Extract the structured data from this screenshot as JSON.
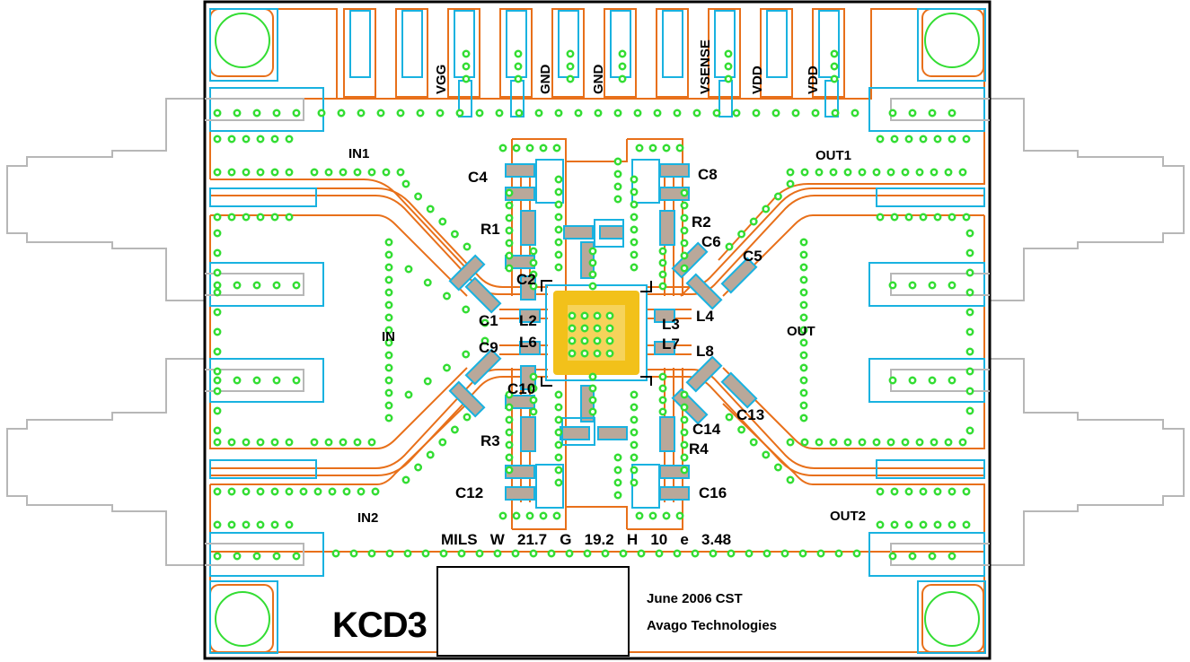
{
  "board": {
    "pins": [
      "VGG",
      "GND",
      "GND",
      "VSENSE",
      "VDD",
      "VDD"
    ],
    "ports": {
      "in1": "IN1",
      "out1": "OUT1",
      "in": "IN",
      "out": "OUT",
      "in2": "IN2",
      "out2": "OUT2"
    },
    "components": {
      "c4": "C4",
      "c8": "C8",
      "r1": "R1",
      "r2": "R2",
      "c6": "C6",
      "c5": "C5",
      "c2": "C2",
      "c1": "C1",
      "l2": "L2",
      "l3": "L3",
      "l4": "L4",
      "c9": "C9",
      "l6": "L6",
      "l7": "L7",
      "l8": "L8",
      "c10": "C10",
      "r3": "R3",
      "c14": "C14",
      "c13": "C13",
      "r4": "R4",
      "c12": "C12",
      "c16": "C16"
    },
    "mils_line": "MILS   W   21.7   G   19.2   H   10   e   3.48",
    "part_name": "KCD3",
    "date_line": "June 2006 CST",
    "company_line": "Avago Technologies"
  },
  "colors": {
    "trace": "#e8701a",
    "pad": "#19b2e0",
    "via": "#33dd33",
    "outline": "#b7b7b7",
    "chip": "#f2c11a",
    "smd": "#b9a89a"
  }
}
